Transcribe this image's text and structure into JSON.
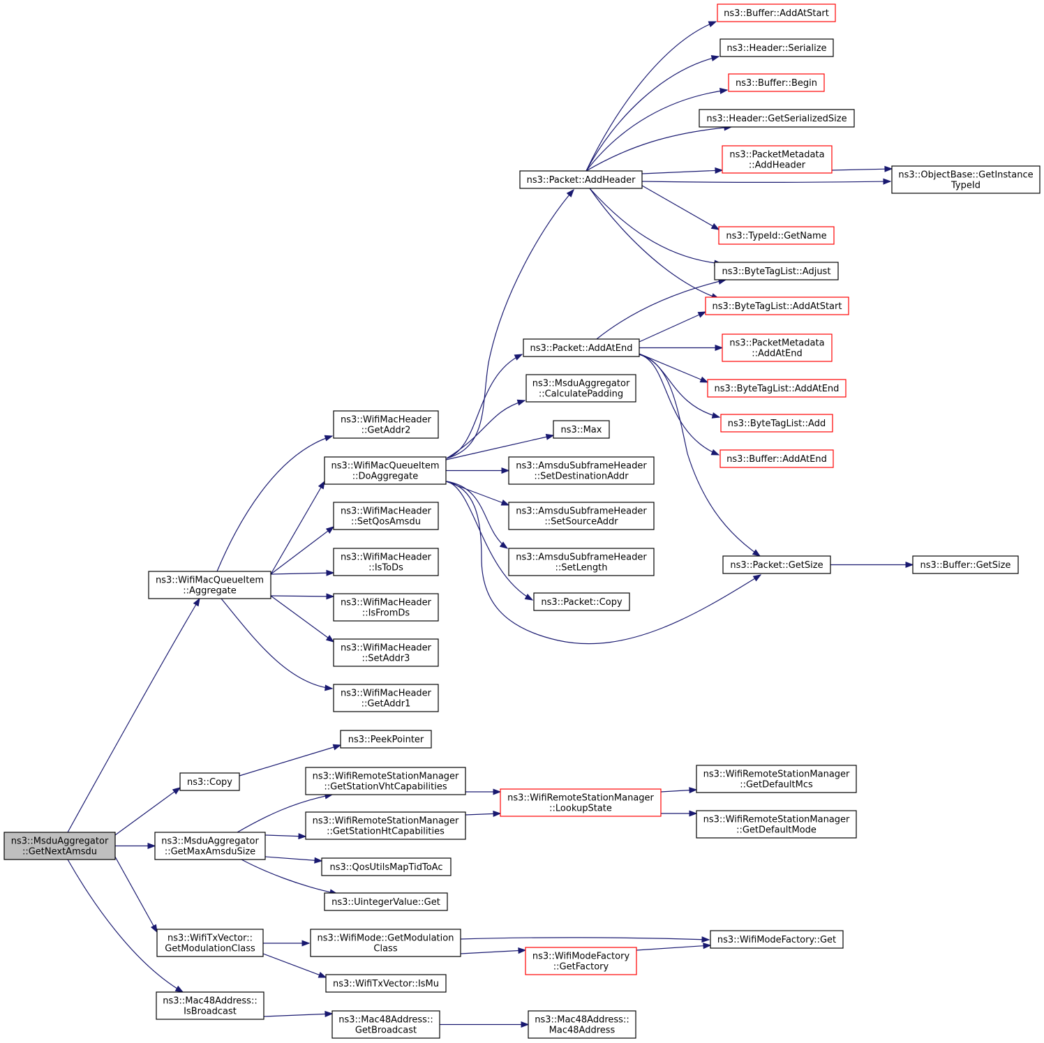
{
  "colors": {
    "edge": "#191970",
    "node_border": "#000000",
    "node_border_external": "#ff0000",
    "root_fill": "#bfbfbf"
  },
  "nodes": [
    {
      "id": "root",
      "lines": [
        "ns3::MsduAggregator",
        "::GetNextAmsdu"
      ],
      "border": "black",
      "root": true
    },
    {
      "id": "aggregate",
      "lines": [
        "ns3::WifiMacQueueItem",
        "::Aggregate"
      ],
      "border": "black"
    },
    {
      "id": "copy",
      "lines": [
        "ns3::Copy"
      ],
      "border": "black"
    },
    {
      "id": "getmaxamsdu",
      "lines": [
        "ns3::MsduAggregator",
        "::GetMaxAmsduSize"
      ],
      "border": "black"
    },
    {
      "id": "getmodclass",
      "lines": [
        "ns3::WifiTxVector::",
        "GetModulationClass"
      ],
      "border": "black"
    },
    {
      "id": "isbroadcast",
      "lines": [
        "ns3::Mac48Address::",
        "IsBroadcast"
      ],
      "border": "black"
    },
    {
      "id": "getaddr2",
      "lines": [
        "ns3::WifiMacHeader",
        "::GetAddr2"
      ],
      "border": "black"
    },
    {
      "id": "doaggregate",
      "lines": [
        "ns3::WifiMacQueueItem",
        "::DoAggregate"
      ],
      "border": "black"
    },
    {
      "id": "setqosamsdu",
      "lines": [
        "ns3::WifiMacHeader",
        "::SetQosAmsdu"
      ],
      "border": "black"
    },
    {
      "id": "istods",
      "lines": [
        "ns3::WifiMacHeader",
        "::IsToDs"
      ],
      "border": "black"
    },
    {
      "id": "isfromds",
      "lines": [
        "ns3::WifiMacHeader",
        "::IsFromDs"
      ],
      "border": "black"
    },
    {
      "id": "setaddr3",
      "lines": [
        "ns3::WifiMacHeader",
        "::SetAddr3"
      ],
      "border": "black"
    },
    {
      "id": "getaddr1",
      "lines": [
        "ns3::WifiMacHeader",
        "::GetAddr1"
      ],
      "border": "black"
    },
    {
      "id": "peekpointer",
      "lines": [
        "ns3::PeekPointer"
      ],
      "border": "black"
    },
    {
      "id": "getvhtcap",
      "lines": [
        "ns3::WifiRemoteStationManager",
        "::GetStationVhtCapabilities"
      ],
      "border": "black"
    },
    {
      "id": "gethtcap",
      "lines": [
        "ns3::WifiRemoteStationManager",
        "::GetStationHtCapabilities"
      ],
      "border": "black"
    },
    {
      "id": "qosutils",
      "lines": [
        "ns3::QosUtilsMapTidToAc"
      ],
      "border": "black"
    },
    {
      "id": "uintegerget",
      "lines": [
        "ns3::UintegerValue::Get"
      ],
      "border": "black"
    },
    {
      "id": "wifimodegetmod",
      "lines": [
        "ns3::WifiMode::GetModulation",
        "Class"
      ],
      "border": "black"
    },
    {
      "id": "ismu",
      "lines": [
        "ns3::WifiTxVector::IsMu"
      ],
      "border": "black"
    },
    {
      "id": "getbroadcast",
      "lines": [
        "ns3::Mac48Address::",
        "GetBroadcast"
      ],
      "border": "black"
    },
    {
      "id": "addheader",
      "lines": [
        "ns3::Packet::AddHeader"
      ],
      "border": "black"
    },
    {
      "id": "addatend",
      "lines": [
        "ns3::Packet::AddAtEnd"
      ],
      "border": "black"
    },
    {
      "id": "calcpadding",
      "lines": [
        "ns3::MsduAggregator",
        "::CalculatePadding"
      ],
      "border": "black"
    },
    {
      "id": "max",
      "lines": [
        "ns3::Max"
      ],
      "border": "black"
    },
    {
      "id": "setdestaddr",
      "lines": [
        "ns3::AmsduSubframeHeader",
        "::SetDestinationAddr"
      ],
      "border": "black"
    },
    {
      "id": "setsrcaddr",
      "lines": [
        "ns3::AmsduSubframeHeader",
        "::SetSourceAddr"
      ],
      "border": "black"
    },
    {
      "id": "setlength",
      "lines": [
        "ns3::AmsduSubframeHeader",
        "::SetLength"
      ],
      "border": "black"
    },
    {
      "id": "packetcopy",
      "lines": [
        "ns3::Packet::Copy"
      ],
      "border": "black"
    },
    {
      "id": "lookupstate",
      "lines": [
        "ns3::WifiRemoteStationManager",
        "::LookupState"
      ],
      "border": "red"
    },
    {
      "id": "getfactory",
      "lines": [
        "ns3::WifiModeFactory",
        "::GetFactory"
      ],
      "border": "red"
    },
    {
      "id": "mac48addr",
      "lines": [
        "ns3::Mac48Address::",
        "Mac48Address"
      ],
      "border": "black"
    },
    {
      "id": "bufaddatstart",
      "lines": [
        "ns3::Buffer::AddAtStart"
      ],
      "border": "red"
    },
    {
      "id": "hdrserialize",
      "lines": [
        "ns3::Header::Serialize"
      ],
      "border": "black"
    },
    {
      "id": "bufbegin",
      "lines": [
        "ns3::Buffer::Begin"
      ],
      "border": "red"
    },
    {
      "id": "hdrgetsersize",
      "lines": [
        "ns3::Header::GetSerializedSize"
      ],
      "border": "black"
    },
    {
      "id": "pmaddheader",
      "lines": [
        "ns3::PacketMetadata",
        "::AddHeader"
      ],
      "border": "red"
    },
    {
      "id": "typeidgetname",
      "lines": [
        "ns3::TypeId::GetName"
      ],
      "border": "red"
    },
    {
      "id": "btladjust",
      "lines": [
        "ns3::ByteTagList::Adjust"
      ],
      "border": "black"
    },
    {
      "id": "btladdatstart",
      "lines": [
        "ns3::ByteTagList::AddAtStart"
      ],
      "border": "red"
    },
    {
      "id": "pmaddatend",
      "lines": [
        "ns3::PacketMetadata",
        "::AddAtEnd"
      ],
      "border": "red"
    },
    {
      "id": "btladdatend",
      "lines": [
        "ns3::ByteTagList::AddAtEnd"
      ],
      "border": "red"
    },
    {
      "id": "btladd",
      "lines": [
        "ns3::ByteTagList::Add"
      ],
      "border": "red"
    },
    {
      "id": "bufaddatend",
      "lines": [
        "ns3::Buffer::AddAtEnd"
      ],
      "border": "red"
    },
    {
      "id": "packetgetsize",
      "lines": [
        "ns3::Packet::GetSize"
      ],
      "border": "black"
    },
    {
      "id": "getdefaultmcs",
      "lines": [
        "ns3::WifiRemoteStationManager",
        "::GetDefaultMcs"
      ],
      "border": "black"
    },
    {
      "id": "getdefaultmode",
      "lines": [
        "ns3::WifiRemoteStationManager",
        "::GetDefaultMode"
      ],
      "border": "black"
    },
    {
      "id": "wmfget",
      "lines": [
        "ns3::WifiModeFactory::Get"
      ],
      "border": "black"
    },
    {
      "id": "getinstancetypeid",
      "lines": [
        "ns3::ObjectBase::GetInstance",
        "TypeId"
      ],
      "border": "black"
    },
    {
      "id": "buffergetsize",
      "lines": [
        "ns3::Buffer::GetSize"
      ],
      "border": "black"
    }
  ],
  "edges": [
    [
      "root",
      "aggregate"
    ],
    [
      "root",
      "copy"
    ],
    [
      "root",
      "getmaxamsdu"
    ],
    [
      "root",
      "getmodclass"
    ],
    [
      "root",
      "isbroadcast"
    ],
    [
      "aggregate",
      "getaddr2"
    ],
    [
      "aggregate",
      "doaggregate"
    ],
    [
      "aggregate",
      "setqosamsdu"
    ],
    [
      "aggregate",
      "istods"
    ],
    [
      "aggregate",
      "isfromds"
    ],
    [
      "aggregate",
      "setaddr3"
    ],
    [
      "aggregate",
      "getaddr1"
    ],
    [
      "copy",
      "peekpointer"
    ],
    [
      "getmaxamsdu",
      "getvhtcap"
    ],
    [
      "getmaxamsdu",
      "gethtcap"
    ],
    [
      "getmaxamsdu",
      "qosutils"
    ],
    [
      "getmaxamsdu",
      "uintegerget"
    ],
    [
      "getmodclass",
      "wifimodegetmod"
    ],
    [
      "getmodclass",
      "ismu"
    ],
    [
      "isbroadcast",
      "getbroadcast"
    ],
    [
      "doaggregate",
      "addheader"
    ],
    [
      "doaggregate",
      "addatend"
    ],
    [
      "doaggregate",
      "calcpadding"
    ],
    [
      "doaggregate",
      "max"
    ],
    [
      "doaggregate",
      "setdestaddr"
    ],
    [
      "doaggregate",
      "setsrcaddr"
    ],
    [
      "doaggregate",
      "setlength"
    ],
    [
      "doaggregate",
      "packetcopy"
    ],
    [
      "doaggregate",
      "packetgetsize"
    ],
    [
      "getvhtcap",
      "lookupstate"
    ],
    [
      "gethtcap",
      "lookupstate"
    ],
    [
      "lookupstate",
      "getdefaultmcs"
    ],
    [
      "lookupstate",
      "getdefaultmode"
    ],
    [
      "wifimodegetmod",
      "wmfget"
    ],
    [
      "wifimodegetmod",
      "getfactory"
    ],
    [
      "getfactory",
      "wmfget"
    ],
    [
      "getbroadcast",
      "mac48addr"
    ],
    [
      "addheader",
      "bufaddatstart"
    ],
    [
      "addheader",
      "hdrserialize"
    ],
    [
      "addheader",
      "bufbegin"
    ],
    [
      "addheader",
      "hdrgetsersize"
    ],
    [
      "addheader",
      "pmaddheader"
    ],
    [
      "addheader",
      "getinstancetypeid"
    ],
    [
      "addheader",
      "typeidgetname"
    ],
    [
      "addheader",
      "btladjust"
    ],
    [
      "addheader",
      "btladdatstart"
    ],
    [
      "pmaddheader",
      "getinstancetypeid"
    ],
    [
      "addatend",
      "btladjust"
    ],
    [
      "addatend",
      "btladdatstart"
    ],
    [
      "addatend",
      "pmaddatend"
    ],
    [
      "addatend",
      "btladdatend"
    ],
    [
      "addatend",
      "btladd"
    ],
    [
      "addatend",
      "bufaddatend"
    ],
    [
      "addatend",
      "packetgetsize"
    ],
    [
      "packetgetsize",
      "buffergetsize"
    ]
  ]
}
